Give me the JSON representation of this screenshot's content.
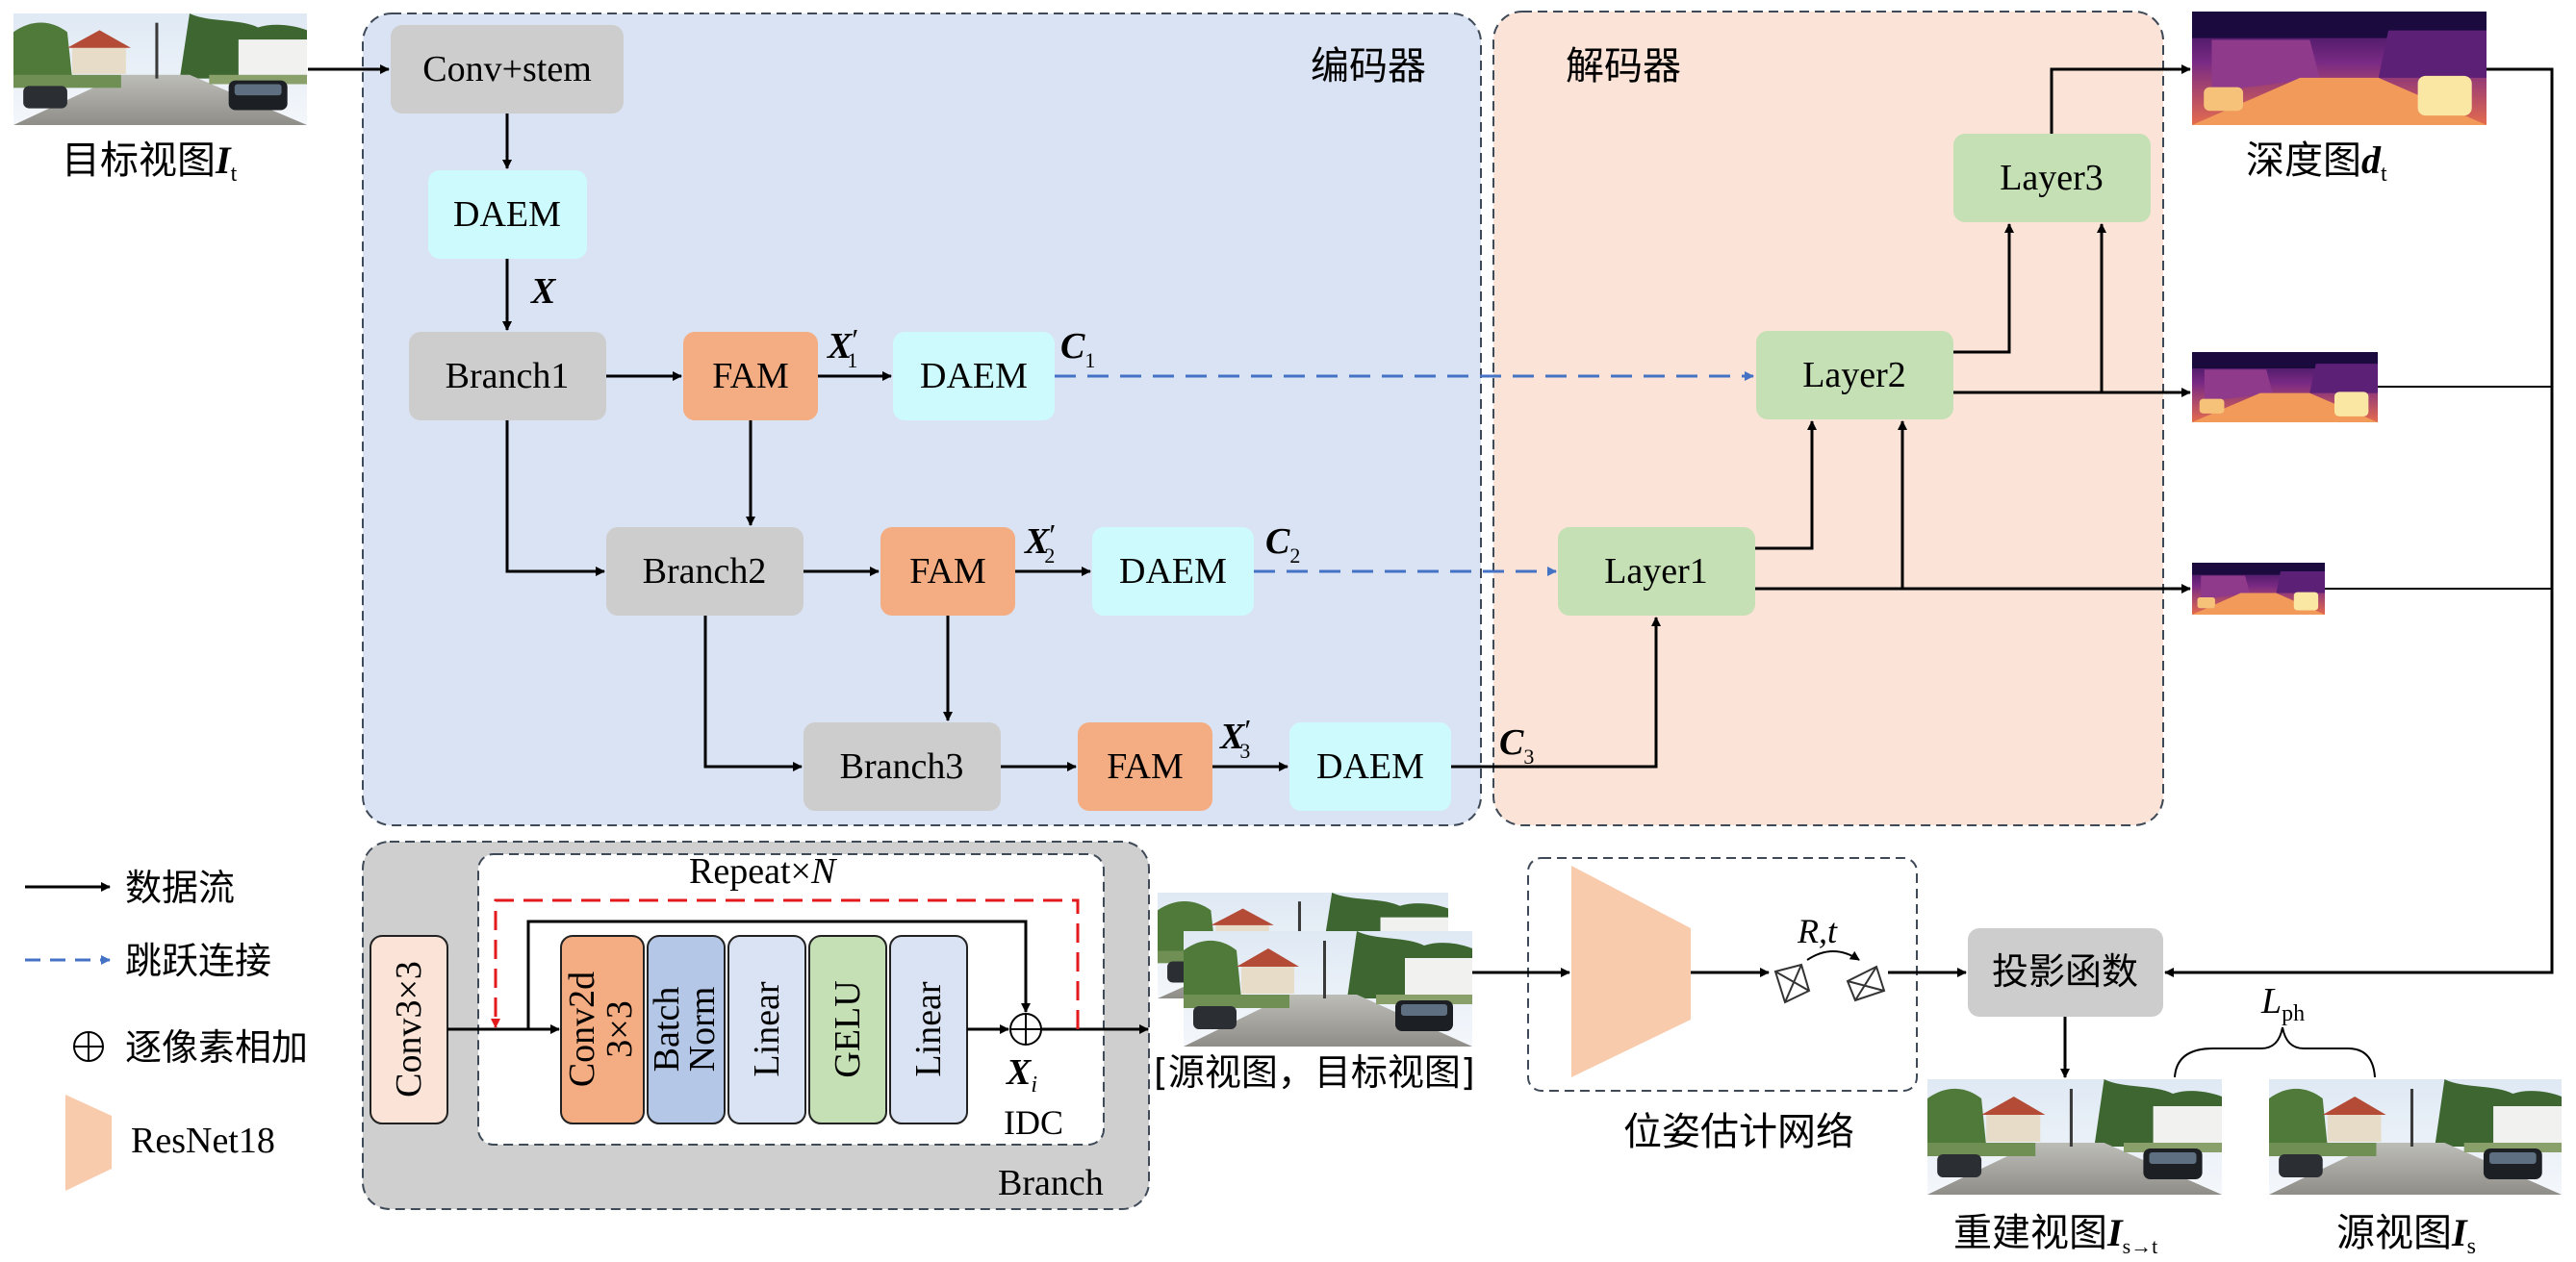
{
  "regions": {
    "encoder": "编码器",
    "decoder": "解码器",
    "branch": "Branch",
    "idc": "IDC",
    "repeat": "Repeat×",
    "repeat_n": "N",
    "pose_net": "位姿估计网络"
  },
  "images": {
    "target": {
      "caption": "目标视图",
      "sym": "I",
      "sub": "t"
    },
    "depth": {
      "caption": "深度图",
      "sym": "d",
      "sub": "t"
    },
    "source_target": {
      "caption": "[源视图，目标视图]"
    },
    "reconstructed": {
      "caption": "重建视图",
      "sym": "I",
      "sub": "s→t"
    },
    "source": {
      "caption": "源视图",
      "sym": "I",
      "sub": "s"
    }
  },
  "nodes": {
    "conv_stem": "Conv+stem",
    "daem0": "DAEM",
    "branch1": "Branch1",
    "fam1": "FAM",
    "daem1": "DAEM",
    "branch2": "Branch2",
    "fam2": "FAM",
    "daem2": "DAEM",
    "branch3": "Branch3",
    "fam3": "FAM",
    "daem3": "DAEM",
    "layer1": "Layer1",
    "layer2": "Layer2",
    "layer3": "Layer3",
    "conv3x3": "Conv3×3",
    "conv2d": "Conv2d",
    "conv2d_k": "3×3",
    "batch": "Batch",
    "norm": "Norm",
    "linear1": "Linear",
    "gelu": "GELU",
    "linear2": "Linear",
    "projection": "投影函数"
  },
  "symbols": {
    "X": "X",
    "X1": {
      "sym": "X",
      "sub": "1",
      "prime": "′"
    },
    "X2": {
      "sym": "X",
      "sub": "2",
      "prime": "′"
    },
    "X3": {
      "sym": "X",
      "sub": "3",
      "prime": "′"
    },
    "C1": {
      "sym": "C",
      "sub": "1"
    },
    "C2": {
      "sym": "C",
      "sub": "2"
    },
    "C3": {
      "sym": "C",
      "sub": "3"
    },
    "Xi": {
      "sym": "X",
      "sub": "i"
    },
    "Rt": "R,t",
    "Lph": {
      "sym": "L",
      "sub": "ph"
    }
  },
  "legend": {
    "data_flow": "数据流",
    "skip": "跳跃连接",
    "add": "逐像素相加",
    "resnet": "ResNet18"
  },
  "colors": {
    "encoder_bg": "#dae3f3",
    "decoder_bg": "#fbe4d7",
    "branch_bg": "#cfcfcf",
    "gray_node": "#cdcdcd",
    "daem": "#cdfbfd",
    "fam": "#f4ad82",
    "layer": "#c5e0b4",
    "conv3x3": "#fbe4d7",
    "batchnorm": "#b4c7e7",
    "linear": "#dae3f3",
    "resnet": "#f8cbad",
    "skip_line": "#4472c4",
    "repeat_line": "#e31a1c"
  }
}
